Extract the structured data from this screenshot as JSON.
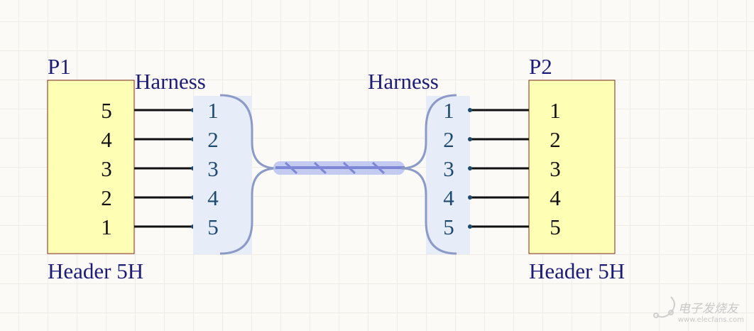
{
  "left_connector": {
    "designator": "P1",
    "comment": "Header 5H",
    "pins": [
      "5",
      "4",
      "3",
      "2",
      "1"
    ]
  },
  "right_connector": {
    "designator": "P2",
    "comment": "Header 5H",
    "pins": [
      "1",
      "2",
      "3",
      "4",
      "5"
    ]
  },
  "left_harness": {
    "label": "Harness",
    "entries": [
      "1",
      "2",
      "3",
      "4",
      "5"
    ]
  },
  "right_harness": {
    "label": "Harness",
    "entries": [
      "1",
      "2",
      "3",
      "4",
      "5"
    ]
  },
  "watermark": {
    "name": "电子发烧友",
    "url": "www.elecfans.com"
  },
  "colors": {
    "header_fill": "#fefeb4",
    "header_border": "#7a2a1a",
    "harness_fill": "#e6edf8",
    "bracket": "#8b9ac6",
    "bus": "#7d87d6",
    "label": "#1c1c78"
  }
}
